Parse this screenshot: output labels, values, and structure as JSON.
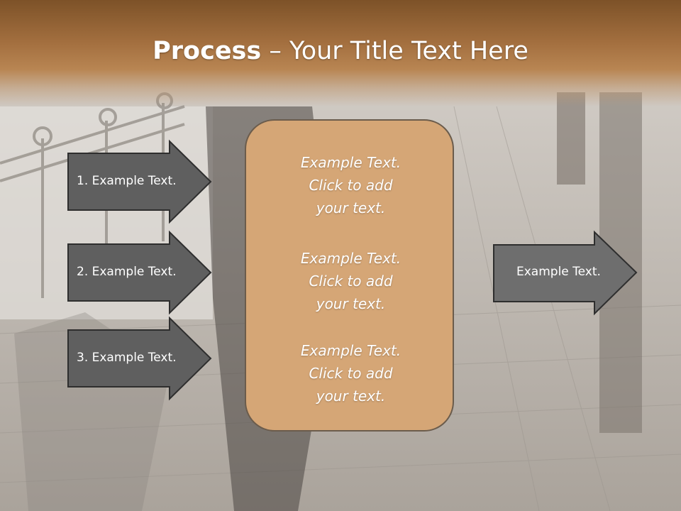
{
  "slide": {
    "title_bold": "Process",
    "title_rest": " – Your Title Text Here"
  },
  "left_arrows": [
    {
      "label": "1. Example Text."
    },
    {
      "label": "2. Example Text."
    },
    {
      "label": "3. Example Text."
    }
  ],
  "center_box": {
    "blocks": [
      {
        "text": "Example Text.\nClick  to add\nyour text."
      },
      {
        "text": "Example Text.\nClick  to add\nyour text."
      },
      {
        "text": "Example Text.\nClick  to add\nyour text."
      }
    ]
  },
  "right_arrow": {
    "label": "Example Text."
  },
  "colors": {
    "title_band": "#a36f3f",
    "arrow_fill": "#5f5f5f",
    "right_arrow_fill": "#6e6e6e",
    "center_box_fill": "#d5a676"
  }
}
